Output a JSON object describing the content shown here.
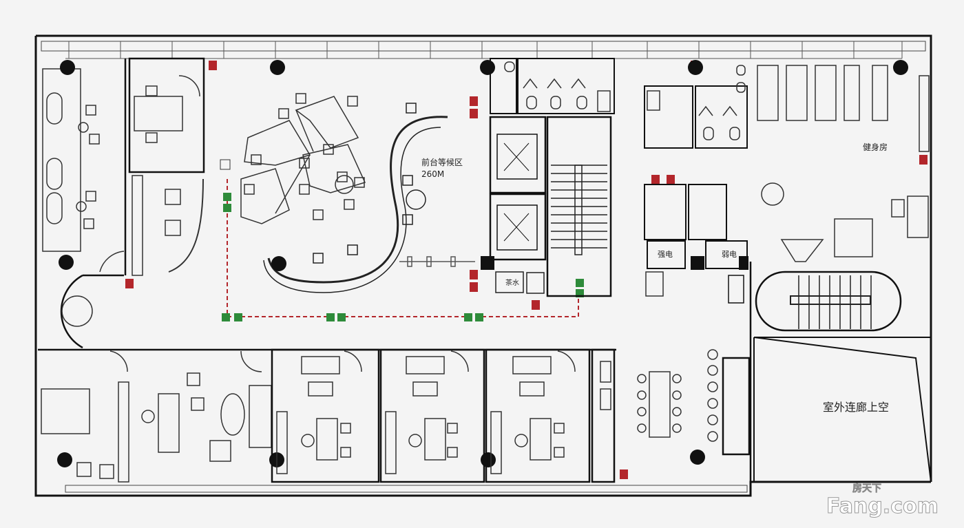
{
  "labels": {
    "lounge_name": "前台等候区",
    "lounge_area": "260M",
    "gym_name": "健身房",
    "outdoor": "室外连廊上空",
    "room_left": "强电",
    "room_right": "弱电",
    "small_room": "茶水"
  },
  "watermark": {
    "cn": "房天下",
    "en": "Fang.com"
  },
  "colors": {
    "wall": "#111111",
    "line": "#333333",
    "accent_red": "#b3262b",
    "accent_green": "#2e8b3a",
    "background": "#f4f4f4"
  },
  "icons": [
    "column-marker",
    "fire-exit-sign",
    "emergency-sign",
    "elevator-icon",
    "treadmill-icon"
  ]
}
